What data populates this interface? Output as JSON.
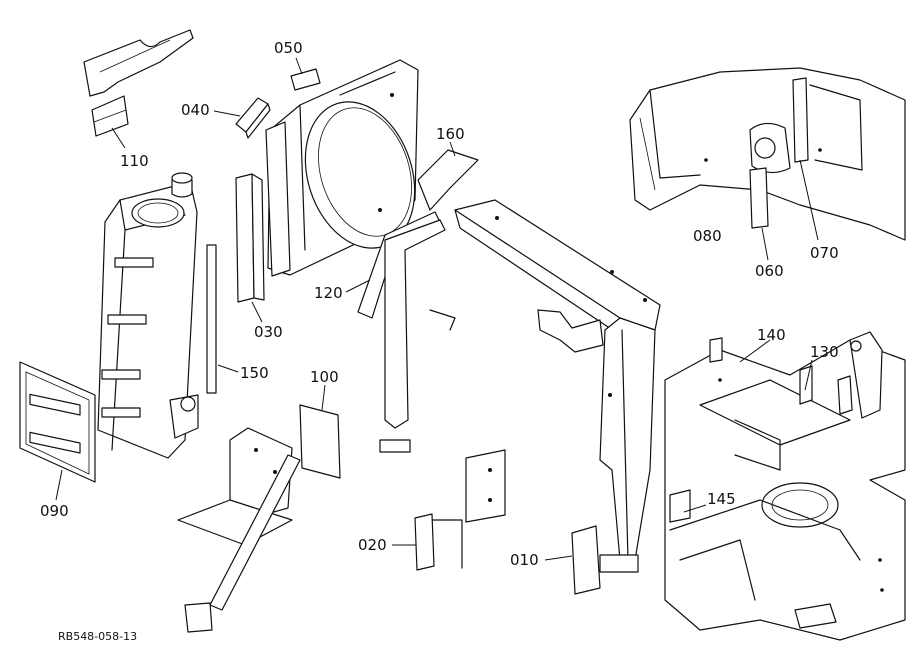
{
  "diagram": {
    "ref_code": "RB548-058-13",
    "parts": [
      {
        "id": "p110",
        "label": "110"
      },
      {
        "id": "p050",
        "label": "050"
      },
      {
        "id": "p040",
        "label": "040"
      },
      {
        "id": "p160",
        "label": "160"
      },
      {
        "id": "p030",
        "label": "030"
      },
      {
        "id": "p120",
        "label": "120"
      },
      {
        "id": "p150",
        "label": "150"
      },
      {
        "id": "p100",
        "label": "100"
      },
      {
        "id": "p090",
        "label": "090"
      },
      {
        "id": "p020",
        "label": "020"
      },
      {
        "id": "p010",
        "label": "010"
      },
      {
        "id": "p080",
        "label": "080"
      },
      {
        "id": "p060",
        "label": "060"
      },
      {
        "id": "p070",
        "label": "070"
      },
      {
        "id": "p140",
        "label": "140"
      },
      {
        "id": "p130",
        "label": "130"
      },
      {
        "id": "p145",
        "label": "145"
      }
    ]
  }
}
